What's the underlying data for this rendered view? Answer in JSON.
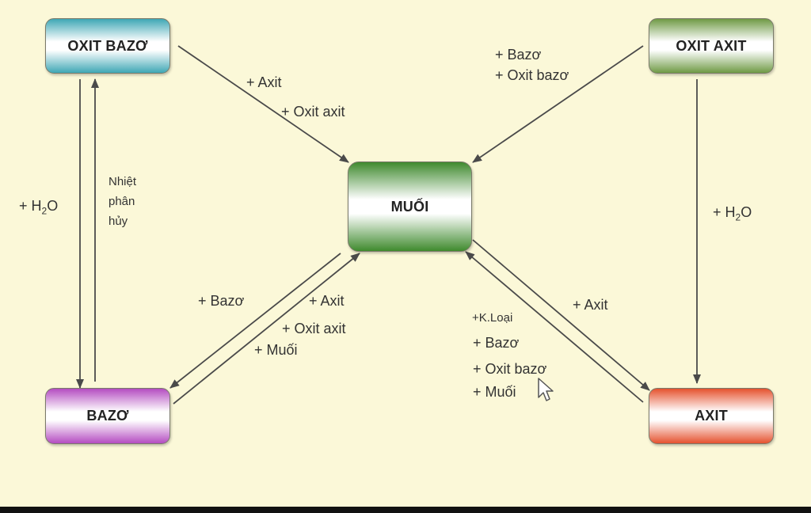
{
  "nodes": {
    "oxit_bazo": "OXIT BAZƠ",
    "oxit_axit": "OXIT AXIT",
    "muoi": "MUỐI",
    "bazo": "BAZƠ",
    "axit": "AXIT"
  },
  "labels": {
    "ob_muoi_1": "+ Axit",
    "ob_muoi_2": "+ Oxit axit",
    "oa_muoi_1": "+ Bazơ",
    "oa_muoi_2": "+ Oxit bazơ",
    "ob_bazo_water_prefix": "+ H",
    "ob_bazo_water_sub": "2",
    "ob_bazo_water_suffix": "O",
    "bazo_ob_1": "Nhiệt",
    "bazo_ob_2": "phân",
    "bazo_ob_3": "hủy",
    "oa_axit_water_prefix": "+ H",
    "oa_axit_water_sub": "2",
    "oa_axit_water_suffix": "O",
    "muoi_bazo": "+ Bazơ",
    "bazo_muoi_1": "+ Axit",
    "bazo_muoi_2": "+ Oxit axit",
    "bazo_muoi_3": "+ Muối",
    "axit_muoi_1": "+K.Loại",
    "axit_muoi_2": "+ Bazơ",
    "axit_muoi_3": "+ Oxit bazơ",
    "axit_muoi_4": "+ Muối",
    "muoi_axit": "+ Axit"
  },
  "colors": {
    "background": "#fbf8d8",
    "arrow": "#4a4a4a",
    "oxit_bazo": "#3fa7b5",
    "oxit_axit": "#6f9a45",
    "muoi": "#3f8a2e",
    "bazo": "#b44cc1",
    "axit": "#e5522f"
  },
  "icons": {
    "cursor": "mouse-pointer-icon"
  }
}
